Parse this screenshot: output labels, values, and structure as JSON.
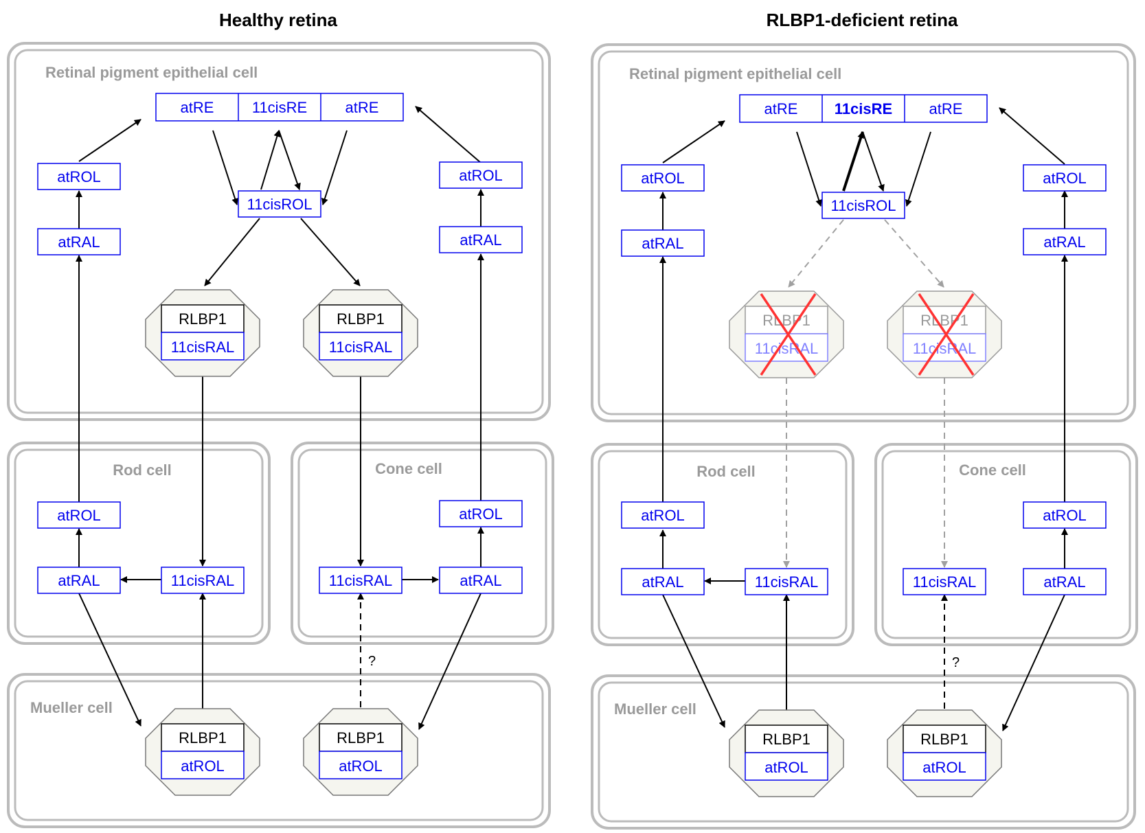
{
  "panels": [
    {
      "id": "healthy",
      "title": "Healthy retina",
      "compartments": {
        "rpe": "Retinal pigment epithelial cell",
        "rod": "Rod cell",
        "cone": "Cone cell",
        "mueller": "Mueller cell"
      },
      "nodes": {
        "rpe_re_left": "atRE",
        "rpe_re_mid": "11cisRE",
        "rpe_re_right": "atRE",
        "rpe_rol_left": "atROL",
        "rpe_ral_left": "atRAL",
        "rpe_rol_right": "atROL",
        "rpe_ral_right": "atRAL",
        "rpe_cisrol": "11cisROL",
        "rpe_cplx1_top": "RLBP1",
        "rpe_cplx1_bot": "11cisRAL",
        "rpe_cplx2_top": "RLBP1",
        "rpe_cplx2_bot": "11cisRAL",
        "rod_rol": "atROL",
        "rod_ral": "atRAL",
        "rod_cisral": "11cisRAL",
        "cone_cisral": "11cisRAL",
        "cone_rol": "atROL",
        "cone_ral": "atRAL",
        "mue_cplx1_top": "RLBP1",
        "mue_cplx1_bot": "atROL",
        "mue_cplx2_top": "RLBP1",
        "mue_cplx2_bot": "atROL"
      },
      "question_label": "?"
    },
    {
      "id": "deficient",
      "title": "RLBP1-deficient retina",
      "compartments": {
        "rpe": "Retinal pigment epithelial cell",
        "rod": "Rod cell",
        "cone": "Cone cell",
        "mueller": "Mueller cell"
      },
      "nodes": {
        "rpe_re_left": "atRE",
        "rpe_re_mid": "11cisRE",
        "rpe_re_right": "atRE",
        "rpe_rol_left": "atROL",
        "rpe_ral_left": "atRAL",
        "rpe_rol_right": "atROL",
        "rpe_ral_right": "atRAL",
        "rpe_cisrol": "11cisROL",
        "rpe_cplx1_top": "RLBP1",
        "rpe_cplx1_bot": "11cisRAL",
        "rpe_cplx2_top": "RLBP1",
        "rpe_cplx2_bot": "11cisRAL",
        "rod_rol": "atROL",
        "rod_ral": "atRAL",
        "rod_cisral": "11cisRAL",
        "cone_cisral": "11cisRAL",
        "cone_rol": "atROL",
        "cone_ral": "atRAL",
        "mue_cplx1_top": "RLBP1",
        "mue_cplx1_bot": "atROL",
        "mue_cplx2_top": "RLBP1",
        "mue_cplx2_bot": "atROL"
      },
      "question_label": "?"
    }
  ],
  "colors": {
    "species": "#0000ee",
    "complex_fill": "#f5f5ef",
    "compartment": "#bbbbbb",
    "label_gray": "#9a9a9a",
    "cross": "#ff3333"
  }
}
